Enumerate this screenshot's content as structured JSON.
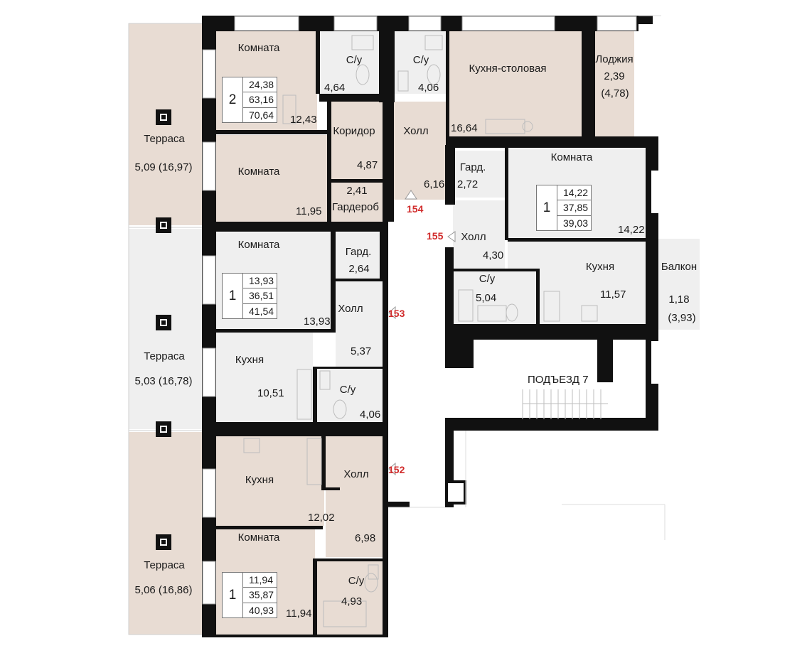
{
  "entrance_label": "ПОДЪЕЗД 7",
  "apartments": [
    {
      "number": "154",
      "rooms": "2",
      "living": "24,38",
      "total": "63,16",
      "total_with_summer": "70,64"
    },
    {
      "number": "155",
      "rooms": "1",
      "living": "14,22",
      "total": "37,85",
      "total_with_summer": "39,03"
    },
    {
      "number": "153",
      "rooms": "1",
      "living": "13,93",
      "total": "36,51",
      "total_with_summer": "41,54"
    },
    {
      "number": "152",
      "rooms": "1",
      "living": "11,94",
      "total": "35,87",
      "total_with_summer": "40,93"
    }
  ],
  "rooms": [
    {
      "id": "a154-room1",
      "name": "Комната",
      "area": "12,43"
    },
    {
      "id": "a154-wc1",
      "name": "С/у",
      "area": "4,64"
    },
    {
      "id": "a154-wc2",
      "name": "С/у",
      "area": "4,06"
    },
    {
      "id": "a154-kitchen",
      "name": "Кухня-столовая",
      "area": "16,64"
    },
    {
      "id": "a154-loggia",
      "name": "Лоджия",
      "area": "2,39",
      "area_full": "(4,78)"
    },
    {
      "id": "a154-corridor",
      "name": "Коридор",
      "area": "4,87"
    },
    {
      "id": "a154-hall",
      "name": "Холл",
      "area": "6,16"
    },
    {
      "id": "a154-room2",
      "name": "Комната",
      "area": "11,95"
    },
    {
      "id": "a154-wardrobe",
      "name": "Гардероб",
      "area": "2,41"
    },
    {
      "id": "a154-terrace",
      "name": "Терраса",
      "area": "5,09 (16,97)"
    },
    {
      "id": "a155-ward",
      "name": "Гард.",
      "area": "2,72"
    },
    {
      "id": "a155-room",
      "name": "Комната",
      "area": "14,22"
    },
    {
      "id": "a155-hall",
      "name": "Холл",
      "area": "4,30"
    },
    {
      "id": "a155-kitchen",
      "name": "Кухня",
      "area": "11,57"
    },
    {
      "id": "a155-balcony",
      "name": "Балкон",
      "area": "1,18",
      "area_full": "(3,93)"
    },
    {
      "id": "a155-wc",
      "name": "С/у",
      "area": "5,04"
    },
    {
      "id": "a153-room",
      "name": "Комната",
      "area": "13,93"
    },
    {
      "id": "a153-ward",
      "name": "Гард.",
      "area": "2,64"
    },
    {
      "id": "a153-hall",
      "name": "Холл",
      "area": "5,37"
    },
    {
      "id": "a153-kitchen",
      "name": "Кухня",
      "area": "10,51"
    },
    {
      "id": "a153-wc",
      "name": "С/у",
      "area": "4,06"
    },
    {
      "id": "a153-terrace",
      "name": "Терраса",
      "area": "5,03 (16,78)"
    },
    {
      "id": "a152-kitchen",
      "name": "Кухня",
      "area": "12,02"
    },
    {
      "id": "a152-hall",
      "name": "Холл",
      "area": "6,98"
    },
    {
      "id": "a152-room",
      "name": "Комната",
      "area": "11,94"
    },
    {
      "id": "a152-wc",
      "name": "С/у",
      "area": "4,93"
    },
    {
      "id": "a152-terrace",
      "name": "Терраса",
      "area": "5,06 (16,86)"
    }
  ],
  "colors": {
    "apartment_fill": "#e8dcd3",
    "apartment_alt_fill": "#efefef",
    "apartment_number": "#d12b2b",
    "wall": "#111111"
  }
}
